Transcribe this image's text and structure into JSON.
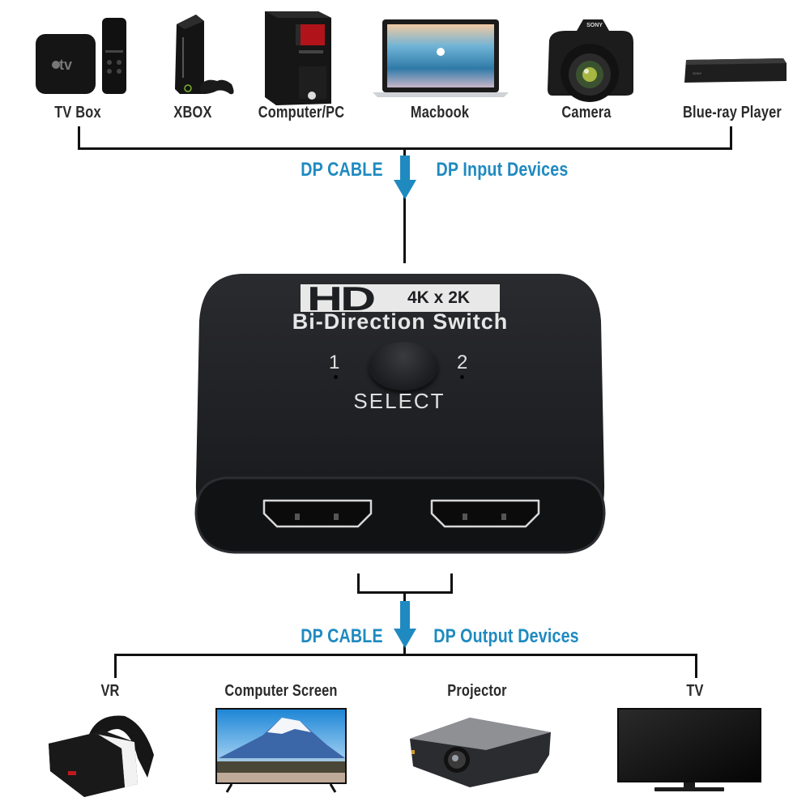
{
  "input_devices": [
    {
      "label": "TV Box",
      "icon": "apple-tv-icon"
    },
    {
      "label": "XBOX",
      "icon": "xbox-icon"
    },
    {
      "label": "Computer/PC",
      "icon": "desktop-tower-icon"
    },
    {
      "label": "Macbook",
      "icon": "laptop-icon"
    },
    {
      "label": "Camera",
      "icon": "dslr-camera-icon"
    },
    {
      "label": "Blue-ray Player",
      "icon": "bluray-player-icon"
    }
  ],
  "input_flow": {
    "left_label": "DP CABLE",
    "right_label": "DP Input Devices"
  },
  "switch": {
    "badge_hd": "HD",
    "badge_res": "4K x 2K",
    "title": "Bi-Direction Switch",
    "port1": "1",
    "port2": "2",
    "select_label": "SELECT"
  },
  "output_flow": {
    "left_label": "DP CABLE",
    "right_label": "DP Output Devices"
  },
  "output_devices": [
    {
      "label": "VR",
      "icon": "vr-headset-icon"
    },
    {
      "label": "Computer Screen",
      "icon": "monitor-icon"
    },
    {
      "label": "Projector",
      "icon": "projector-icon"
    },
    {
      "label": "TV",
      "icon": "tv-icon"
    }
  ],
  "colors": {
    "accent": "#1f8ac0",
    "line": "#111111",
    "device_body": "#1c1d20"
  }
}
